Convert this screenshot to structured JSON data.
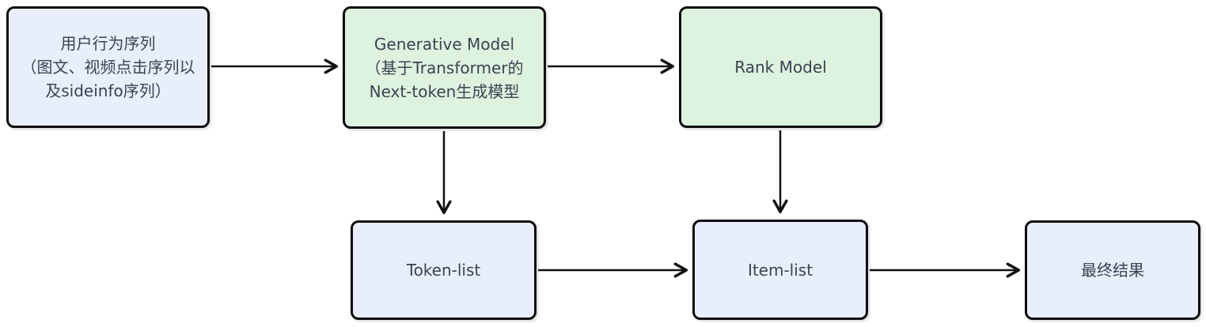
{
  "diagram": {
    "title": "recommendation-generative-pipeline",
    "colors": {
      "box_blue": "#e9eefb",
      "box_green": "#def2e0",
      "border": "#0f0f0f",
      "arrow": "#111111",
      "text": "#3a4450",
      "background": "#ffffff"
    },
    "nodes": [
      {
        "id": "user-behavior-sequence",
        "lines": [
          "用户行为序列",
          "（图文、视频点击序列以",
          "及sideinfo序列）"
        ]
      },
      {
        "id": "generative-model",
        "lines": [
          "Generative Model",
          "（基于Transformer的",
          "Next-token生成模型"
        ]
      },
      {
        "id": "rank-model",
        "lines": [
          "Rank Model"
        ]
      },
      {
        "id": "token-list",
        "lines": [
          "Token-list"
        ]
      },
      {
        "id": "item-list",
        "lines": [
          "Item-list"
        ]
      },
      {
        "id": "final-result",
        "lines": [
          "最终结果"
        ]
      }
    ],
    "edges": [
      {
        "from": "user-behavior-sequence",
        "to": "generative-model"
      },
      {
        "from": "generative-model",
        "to": "rank-model"
      },
      {
        "from": "generative-model",
        "to": "token-list"
      },
      {
        "from": "rank-model",
        "to": "item-list"
      },
      {
        "from": "token-list",
        "to": "item-list"
      },
      {
        "from": "item-list",
        "to": "final-result"
      }
    ]
  }
}
